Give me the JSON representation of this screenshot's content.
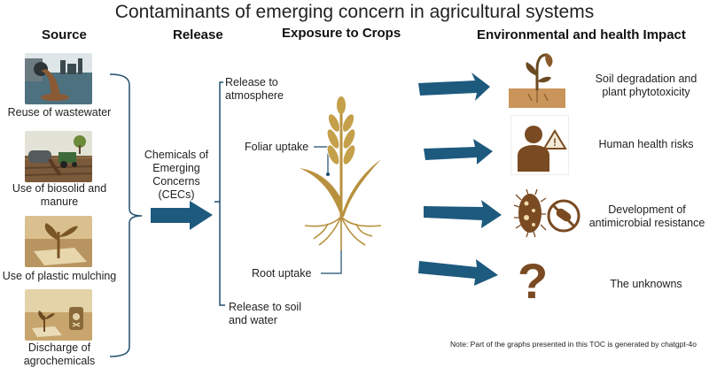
{
  "title": "Contaminants of emerging concern in agricultural systems",
  "headers": {
    "source": "Source",
    "release": "Release",
    "exposure": "Exposure to Crops",
    "impact": "Environmental and health Impact"
  },
  "sources": [
    {
      "label": "Reuse of wastewater",
      "icon": "wastewater-pipe-icon"
    },
    {
      "label": "Use of biosolid and manure",
      "icon": "tractor-manure-icon"
    },
    {
      "label": "Use of plastic mulching",
      "icon": "plant-plastic-mulch-icon"
    },
    {
      "label": "Discharge of agrochemicals",
      "icon": "pesticide-sprayer-icon"
    }
  ],
  "release": {
    "center_label": "Chemicals of Emerging Concerns (CECs)",
    "to_atmosphere": "Release to atmosphere",
    "to_soil_water": "Release to soil and water"
  },
  "exposure": {
    "foliar": "Foliar uptake",
    "root": "Root uptake"
  },
  "impacts": [
    {
      "label": "Soil degradation and plant phytotoxicity",
      "icon": "wilted-plant-icon"
    },
    {
      "label": "Human health risks",
      "icon": "person-warning-icon"
    },
    {
      "label": "Development of antimicrobial resistance",
      "icon": "bacteria-no-pill-icon"
    },
    {
      "label": "The unknowns",
      "icon": "question-mark-icon"
    }
  ],
  "note": "Note: Part of the graphs presented in this TOC is generated by chatgpt-4o",
  "colors": {
    "arrow": "#1d5a7e",
    "bracket": "#1f4e6e",
    "brown": "#8a5a2b",
    "wheat": "#b8913e",
    "tan": "#c9a46a"
  }
}
